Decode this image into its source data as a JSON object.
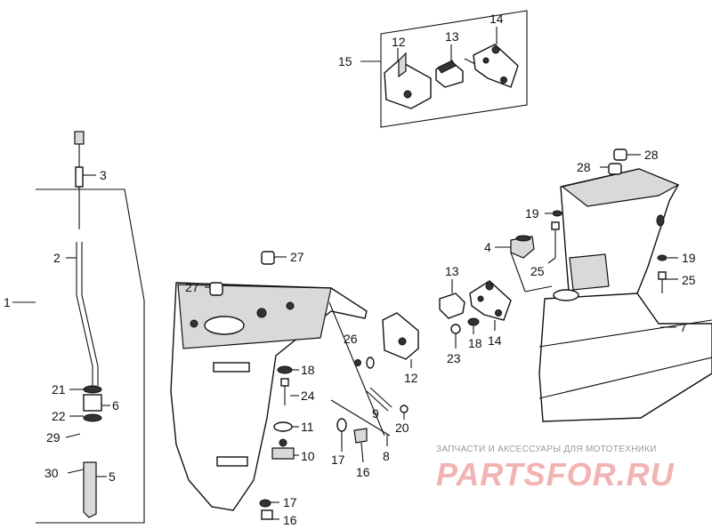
{
  "diagram": {
    "callouts": [
      {
        "id": "c1",
        "text": "1"
      },
      {
        "id": "c2",
        "text": "2"
      },
      {
        "id": "c3",
        "text": "3"
      },
      {
        "id": "c4",
        "text": "4"
      },
      {
        "id": "c5",
        "text": "5"
      },
      {
        "id": "c6",
        "text": "6"
      },
      {
        "id": "c7",
        "text": "7"
      },
      {
        "id": "c8",
        "text": "8"
      },
      {
        "id": "c9",
        "text": "9"
      },
      {
        "id": "c10",
        "text": "10"
      },
      {
        "id": "c11",
        "text": "11"
      },
      {
        "id": "c12a",
        "text": "12"
      },
      {
        "id": "c12b",
        "text": "12"
      },
      {
        "id": "c13a",
        "text": "13"
      },
      {
        "id": "c13b",
        "text": "13"
      },
      {
        "id": "c14a",
        "text": "14"
      },
      {
        "id": "c14b",
        "text": "14"
      },
      {
        "id": "c15",
        "text": "15"
      },
      {
        "id": "c16a",
        "text": "16"
      },
      {
        "id": "c16b",
        "text": "16"
      },
      {
        "id": "c17a",
        "text": "17"
      },
      {
        "id": "c17b",
        "text": "17"
      },
      {
        "id": "c18a",
        "text": "18"
      },
      {
        "id": "c18b",
        "text": "18"
      },
      {
        "id": "c19a",
        "text": "19"
      },
      {
        "id": "c19b",
        "text": "19"
      },
      {
        "id": "c20",
        "text": "20"
      },
      {
        "id": "c21",
        "text": "21"
      },
      {
        "id": "c22",
        "text": "22"
      },
      {
        "id": "c23",
        "text": "23"
      },
      {
        "id": "c24",
        "text": "24"
      },
      {
        "id": "c25a",
        "text": "25"
      },
      {
        "id": "c25b",
        "text": "25"
      },
      {
        "id": "c26",
        "text": "26"
      },
      {
        "id": "c27a",
        "text": "27"
      },
      {
        "id": "c27b",
        "text": "27"
      },
      {
        "id": "c28a",
        "text": "28"
      },
      {
        "id": "c28b",
        "text": "28"
      },
      {
        "id": "c29",
        "text": "29"
      },
      {
        "id": "c30",
        "text": "30"
      }
    ]
  },
  "watermark": {
    "tagline": "ЗАПЧАСТИ И АКСЕССУАРЫ ДЛЯ МОТОТЕХНИКИ",
    "logo": "PARTSFOR.RU"
  }
}
